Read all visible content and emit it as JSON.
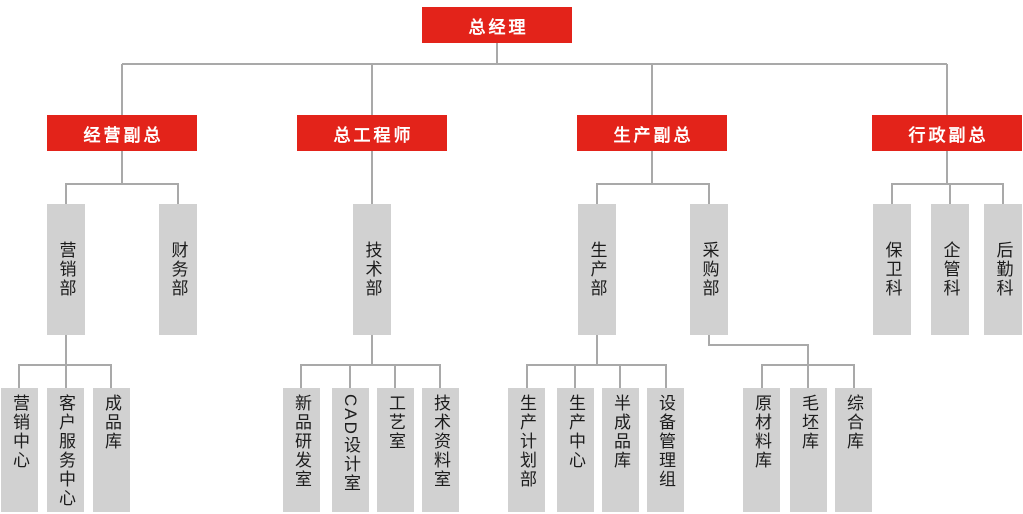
{
  "org": {
    "root": {
      "label": "总经理",
      "children": [
        {
          "label": "经营副总",
          "children": [
            {
              "label": "营销部",
              "children": [
                {
                  "label": "营销中心"
                },
                {
                  "label": "客户服务中心"
                },
                {
                  "label": "成品库"
                }
              ]
            },
            {
              "label": "财务部",
              "children": []
            }
          ]
        },
        {
          "label": "总工程师",
          "children": [
            {
              "label": "技术部",
              "children": [
                {
                  "label": "新品研发室"
                },
                {
                  "label": "CAD设计室"
                },
                {
                  "label": "工艺室"
                },
                {
                  "label": "技术资料室"
                }
              ]
            }
          ]
        },
        {
          "label": "生产副总",
          "children": [
            {
              "label": "生产部",
              "children": [
                {
                  "label": "生产计划部"
                },
                {
                  "label": "生产中心"
                },
                {
                  "label": "半成品库"
                },
                {
                  "label": "设备管理组"
                }
              ]
            },
            {
              "label": "采购部",
              "children": [
                {
                  "label": "原材料库"
                },
                {
                  "label": "毛坯库"
                },
                {
                  "label": "综合库"
                }
              ]
            }
          ]
        },
        {
          "label": "行政副总",
          "children": [
            {
              "label": "保卫科",
              "children": []
            },
            {
              "label": "企管科",
              "children": []
            },
            {
              "label": "后勤科",
              "children": []
            }
          ]
        }
      ]
    }
  },
  "colors": {
    "executive_box": "#e3231a",
    "executive_text": "#ffffff",
    "department_box": "#d1d1d1",
    "department_text": "#1c1c1c",
    "connector_line": "#a9a9a9",
    "background": "#ffffff"
  }
}
